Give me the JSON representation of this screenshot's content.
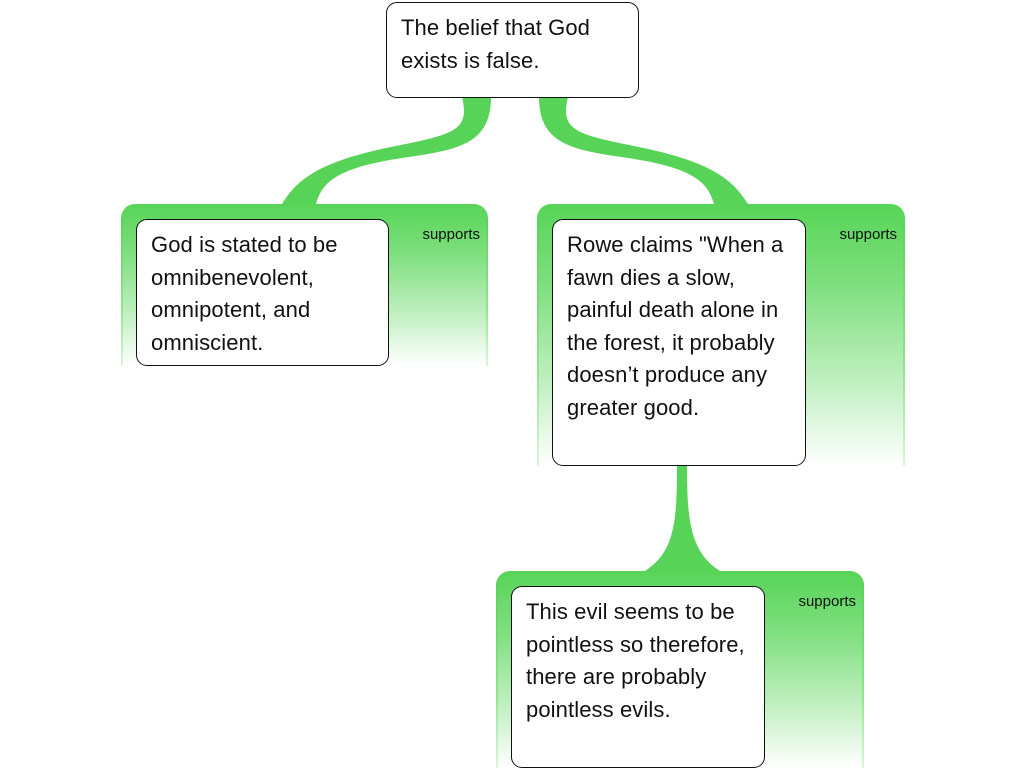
{
  "diagram": {
    "root": {
      "text": "The belief that God exists is false."
    },
    "children": [
      {
        "relation": "supports",
        "text": "God is stated to be omnibenevolent, omnipotent, and omniscient."
      },
      {
        "relation": "supports",
        "text": "Rowe claims \"When a fawn dies a slow, painful death alone in the forest, it probably doesn’t produce any greater good.",
        "children": [
          {
            "relation": "supports",
            "text": "This evil seems to be pointless so therefore, there are probably pointless evils."
          }
        ]
      }
    ],
    "colors": {
      "connector": "#57d457",
      "border": "#111111",
      "background": "#ffffff"
    }
  }
}
